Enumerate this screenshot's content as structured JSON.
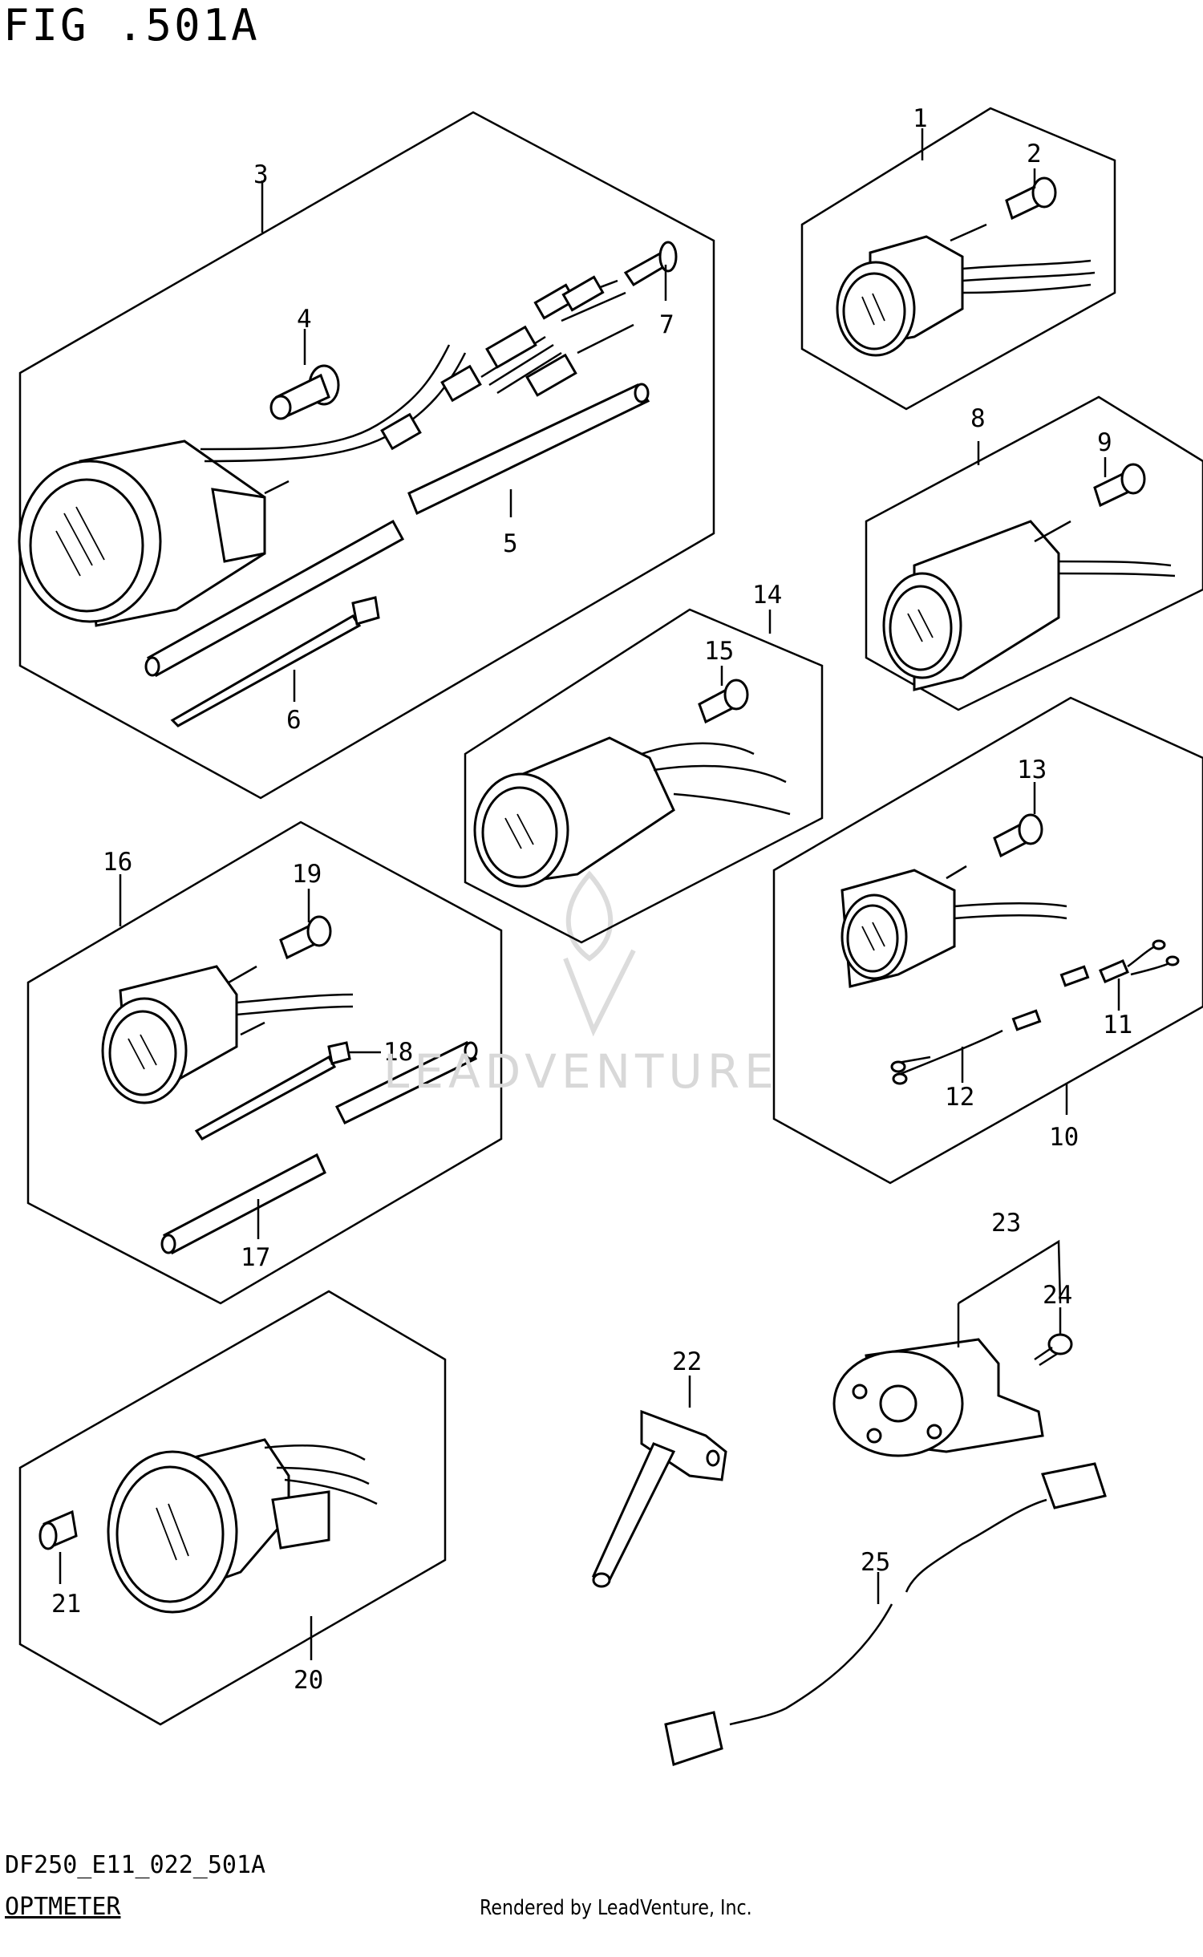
{
  "figure": {
    "title": "FIG .501A",
    "code": "DF250_E11_022_501A",
    "name": "OPTMETER",
    "credit": "Rendered by LeadVenture, Inc.",
    "watermark": "LEADVENTURE"
  },
  "callouts": [
    "1",
    "2",
    "3",
    "4",
    "5",
    "6",
    "7",
    "8",
    "9",
    "10",
    "11",
    "12",
    "13",
    "14",
    "15",
    "16",
    "17",
    "18",
    "19",
    "20",
    "21",
    "22",
    "23",
    "24",
    "25"
  ]
}
